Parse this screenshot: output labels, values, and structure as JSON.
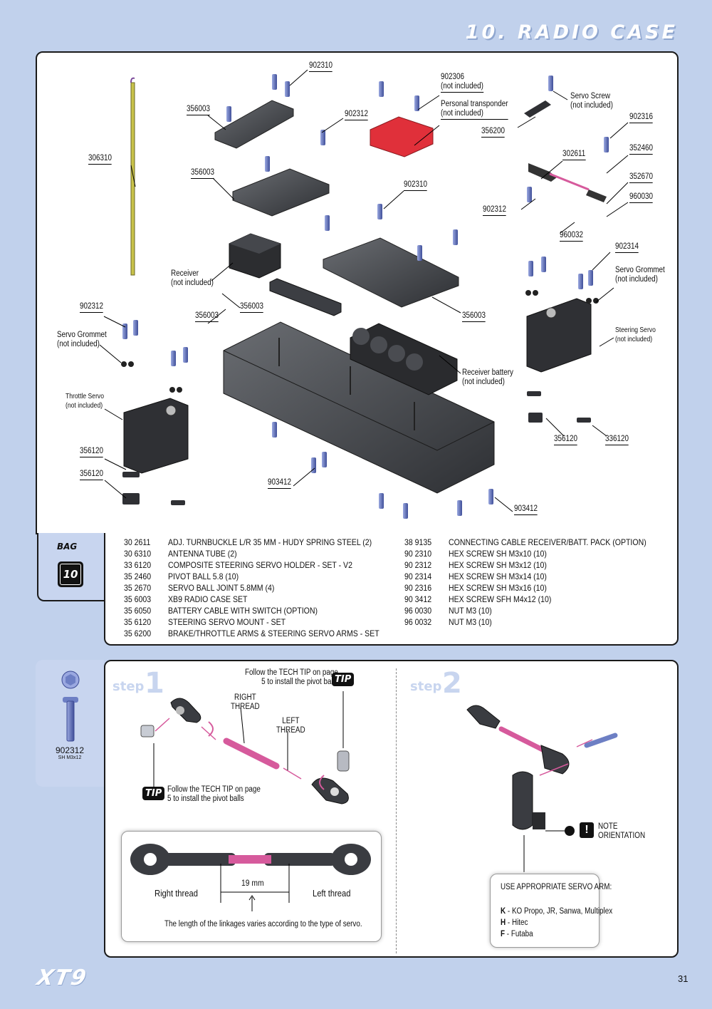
{
  "page": {
    "title": "10. RADIO CASE",
    "number": "31",
    "brand": "XT9"
  },
  "labels": {
    "l902310a": "902310",
    "l902306": "902306\n(not included)",
    "l356003a": "356003",
    "l902312a": "902312",
    "lPersonal": "Personal transponder\n(not included)",
    "lServoScrew": "Servo Screw\n(not included)",
    "l356200": "356200",
    "l902316": "902316",
    "l306310": "306310",
    "l302611": "302611",
    "l352460": "352460",
    "l356003b": "356003",
    "l902310b": "902310",
    "l352670": "352670",
    "l902312b": "902312",
    "l960030": "960030",
    "l960032": "960032",
    "lReceiver": "Receiver\n(not included)",
    "l902314": "902314",
    "lServoGrommetR": "Servo Grommet\n(not included)",
    "l902312c": "902312",
    "l356003c": "356003",
    "l356003d": "356003",
    "l356003e": "356003",
    "lServoGrommetL": "Servo Grommet\n(not included)",
    "lSteeringServo": "Steering Servo\n(not included)",
    "lReceiverBattery": "Receiver battery\n(not included)",
    "lThrottleServo": "Throttle Servo\n(not included)",
    "l356120a": "356120",
    "l336120": "336120",
    "l356120b": "356120",
    "l356120c": "356120",
    "l903412a": "903412",
    "l903412b": "903412"
  },
  "bag": {
    "label": "BAG",
    "number": "10"
  },
  "parts_left": [
    {
      "code": "30 2611",
      "desc": "ADJ. TURNBUCKLE L/R 35 MM  - HUDY SPRING STEEL (2)"
    },
    {
      "code": "30 6310",
      "desc": "ANTENNA TUBE (2)"
    },
    {
      "code": "33 6120",
      "desc": "COMPOSITE STEERING SERVO HOLDER - SET - V2"
    },
    {
      "code": "35 2460",
      "desc": "PIVOT BALL 5.8 (10)"
    },
    {
      "code": "35 2670",
      "desc": "SERVO BALL JOINT  5.8MM (4)"
    },
    {
      "code": "35 6003",
      "desc": "XB9 RADIO CASE SET"
    },
    {
      "code": "35 6050",
      "desc": "BATTERY CABLE WITH SWITCH (OPTION)"
    },
    {
      "code": "35 6120",
      "desc": "STEERING SERVO MOUNT - SET"
    },
    {
      "code": "35 6200",
      "desc": "BRAKE/THROTTLE ARMS & STEERING SERVO ARMS - SET"
    }
  ],
  "parts_right": [
    {
      "code": "38 9135",
      "desc": "CONNECTING CABLE  RECEIVER/BATT. PACK (OPTION)"
    },
    {
      "code": "90 2310",
      "desc": "HEX SCREW  SH M3x10  (10)"
    },
    {
      "code": "90 2312",
      "desc": "HEX SCREW  SH M3x12  (10)"
    },
    {
      "code": "90 2314",
      "desc": "HEX SCREW  SH M3x14  (10)"
    },
    {
      "code": "90 2316",
      "desc": "HEX SCREW  SH M3x16  (10)"
    },
    {
      "code": "90 3412",
      "desc": "HEX SCREW  SFH M4x12  (10)"
    },
    {
      "code": "96 0030",
      "desc": "NUT M3  (10)"
    },
    {
      "code": "96 0032",
      "desc": "NUT M3  (10)"
    }
  ],
  "side_part": {
    "code": "902312",
    "spec": "SH M3x12"
  },
  "step1": {
    "word": "step",
    "num": "1",
    "tip_top": "Follow the TECH TIP on page\n5 to install the pivot balls",
    "tip_bottom": "Follow the TECH TIP on page\n5 to install the pivot balls",
    "tip_badge": "TIP",
    "right_thread": "RIGHT\nTHREAD",
    "left_thread": "LEFT\nTHREAD",
    "detail_right": "Right thread",
    "detail_left": "Left thread",
    "detail_dim": "19 mm",
    "detail_note": "The length of the linkages varies according to the type of servo."
  },
  "step2": {
    "word": "step",
    "num": "2",
    "note": "NOTE\nORIENTATION",
    "arm_title": "USE APPROPRIATE SERVO ARM:",
    "arms": [
      {
        "key": "K",
        "text": " - KO Propo, JR, Sanwa, Multiplex"
      },
      {
        "key": "H",
        "text": " - Hitec"
      },
      {
        "key": "F",
        "text": " - Futaba"
      }
    ]
  },
  "colors": {
    "page_bg": "#c1d1ec",
    "accent_red": "#e0303a",
    "pink": "#d65a9c",
    "screw_blue": "#6d7fc4"
  }
}
